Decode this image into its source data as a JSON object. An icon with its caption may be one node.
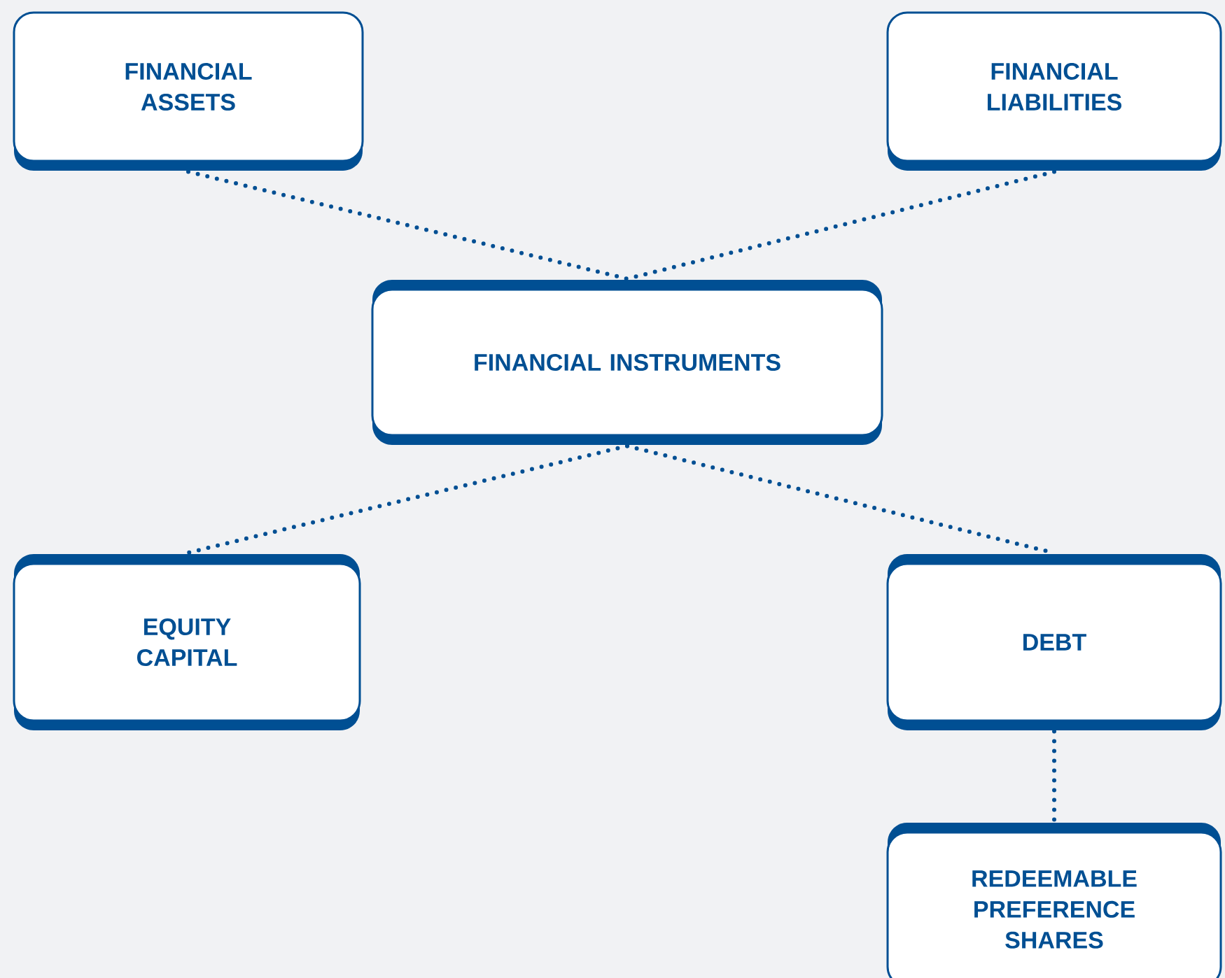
{
  "diagram": {
    "nodes": [
      {
        "text": [
          "FINANCIAL ASSETS"
        ]
      },
      {
        "text": [
          "FINANCIAL LIABILITIES"
        ]
      },
      {
        "text": [
          "FINANCIAL INSTRUMENTS"
        ]
      },
      {
        "text": [
          "EQUITY CAPITAL"
        ]
      },
      {
        "text": [
          "DEBT"
        ]
      },
      {
        "text": [
          "REDEEMABLE PREFERENCE SHARES"
        ]
      }
    ],
    "edges": [
      {
        "from": 0,
        "to": 2,
        "arrow": "none"
      },
      {
        "from": 1,
        "to": 2,
        "arrow": "none"
      },
      {
        "from": 2,
        "to": 3,
        "arrow": "none"
      },
      {
        "from": 2,
        "to": 4,
        "arrow": "none"
      },
      {
        "from": 4,
        "to": 5,
        "arrow": "none"
      }
    ]
  }
}
